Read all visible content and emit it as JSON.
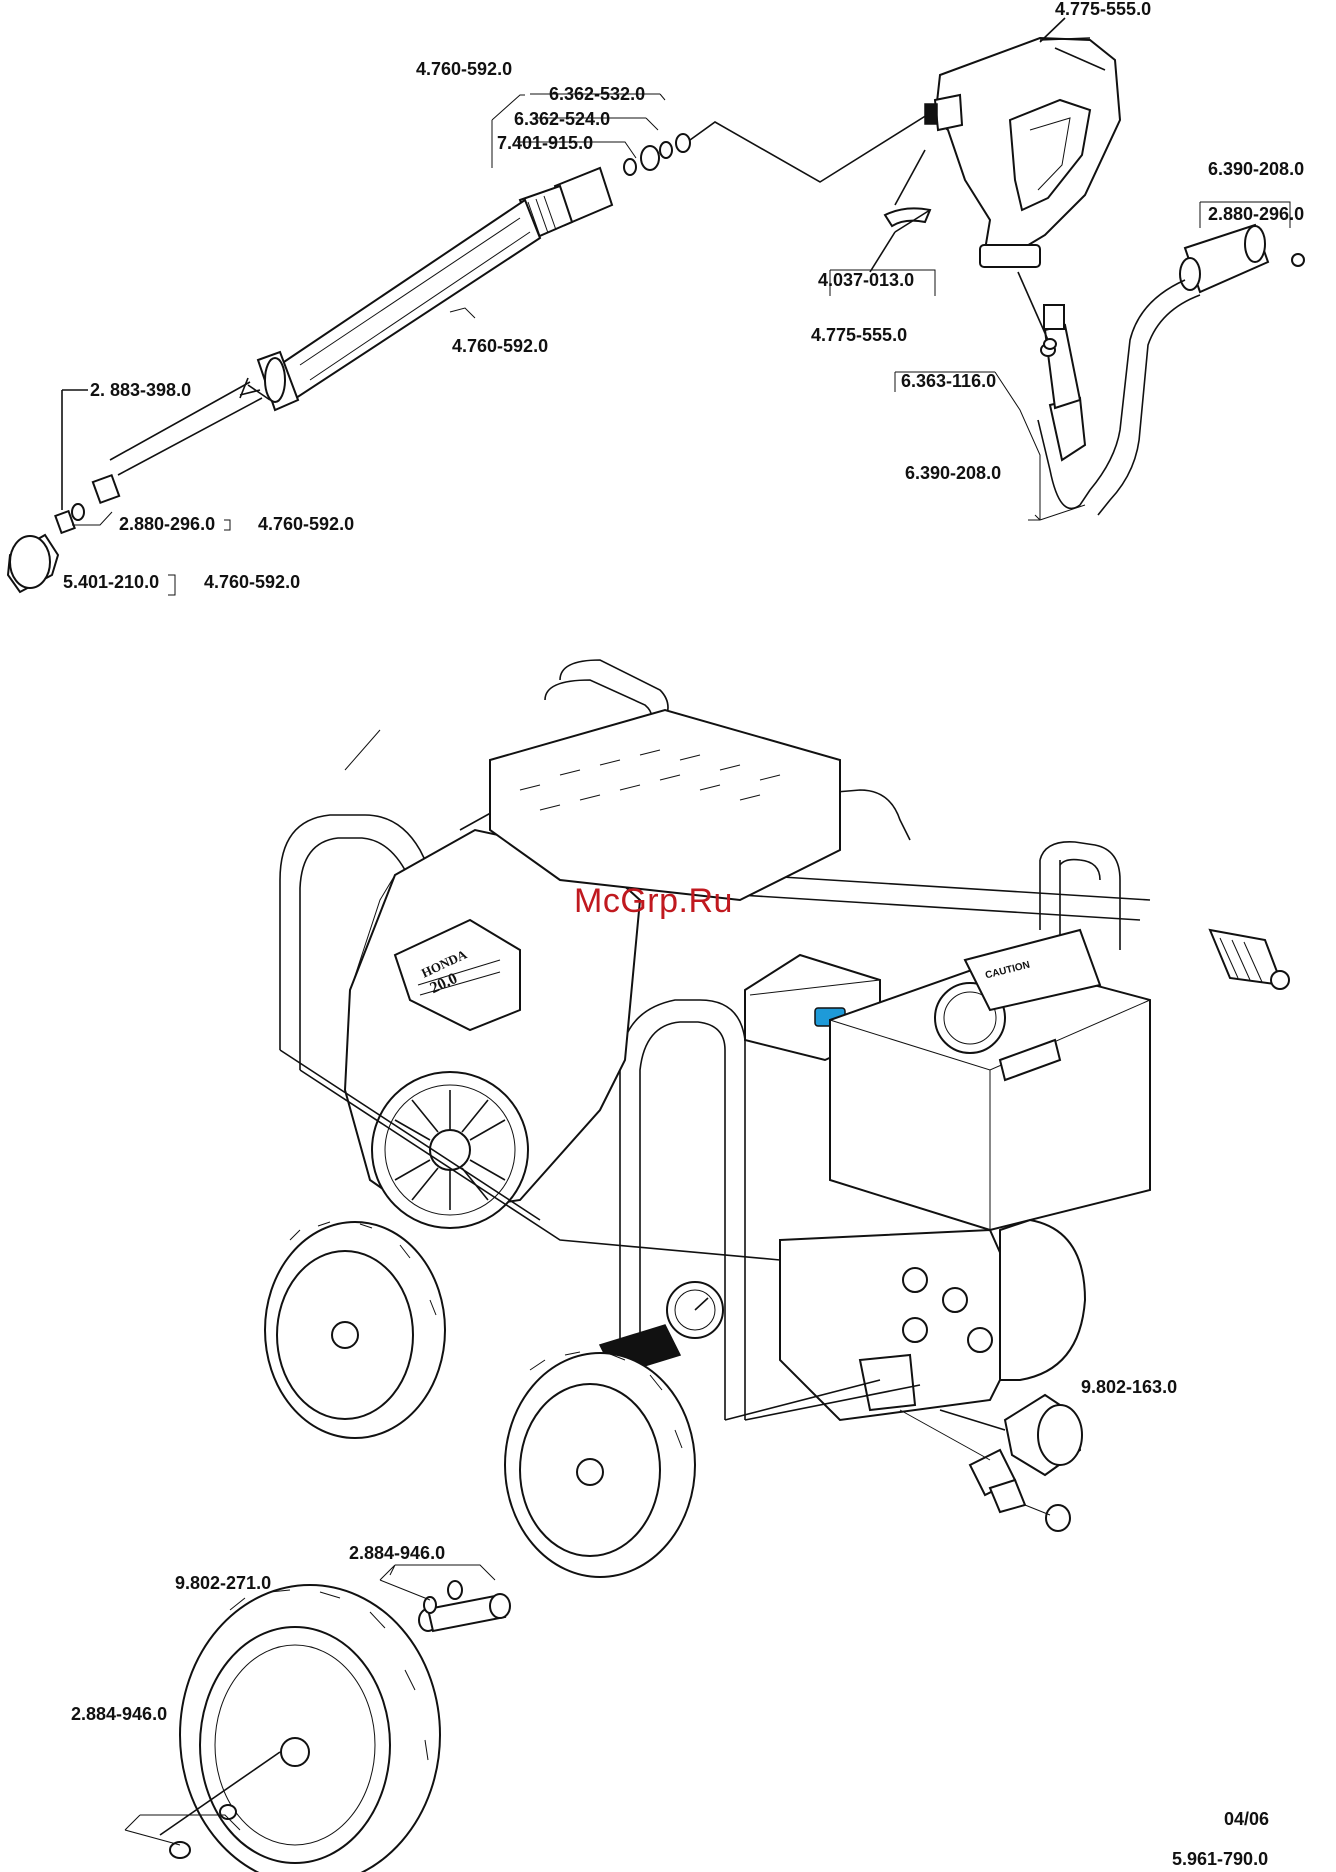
{
  "watermark": {
    "text": "McGrp.Ru",
    "color": "#c0191f"
  },
  "labels": {
    "gun_top": "4.775-555.0",
    "lance_top": "4.760-592.0",
    "seal_a": "6.362-532.0",
    "seal_b": "6.362-524.0",
    "seal_c": "7.401-915.0",
    "hose_top": "6.390-208.0",
    "oring_top": "2.880-296.0",
    "clip": "4.037-013.0",
    "gun_kit": "4.775-555.0",
    "lance_mid": "4.760-592.0",
    "nozzle_seal": "2. 883-398.0",
    "oring_lance": "2.880-296.0",
    "lance_kit_a": "4.760-592.0",
    "nozzle": "5.401-210.0",
    "lance_kit_b": "4.760-592.0",
    "swivel": "6.363-116.0",
    "hose": "6.390-208.0",
    "inlet": "9.802-163.0",
    "wheel": "9.802-271.0",
    "axle_kit": "2.884-946.0",
    "washer_kit": "2.884-946.0",
    "date": "04/06",
    "doc_number": "5.961-790.0"
  },
  "machine_decals": {
    "engine_brand": "HONDA",
    "engine_model": "20.0",
    "caution": "CAUTION"
  },
  "colors": {
    "hot_cap": "#d81e1e",
    "cold_cap": "#1e9ad8",
    "ink": "#111111"
  }
}
